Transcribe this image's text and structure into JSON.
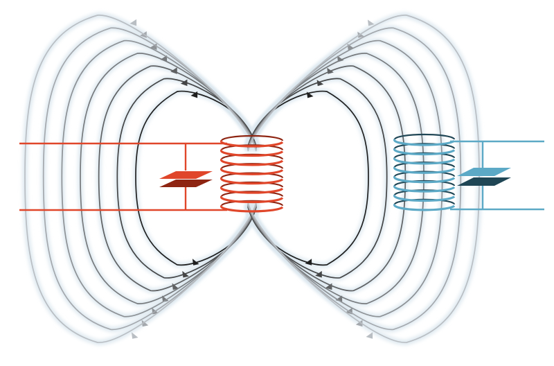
{
  "diagram": {
    "subject": "wireless-power-transfer",
    "field_loops_per_side": 7,
    "components": {
      "transmitter": {
        "coil_turns": 8,
        "has_capacitor": true,
        "color": "#e0462a",
        "dark_color": "#8e2512"
      },
      "receiver": {
        "coil_turns": 8,
        "has_capacitor": true,
        "color": "#5ca9c6",
        "dark_color": "#1f4655"
      }
    },
    "colors": {
      "field_inner": "#1f1f1f",
      "field_outer": "#b9bec3",
      "glow": "#dbe7ef",
      "background": "#ffffff"
    }
  }
}
